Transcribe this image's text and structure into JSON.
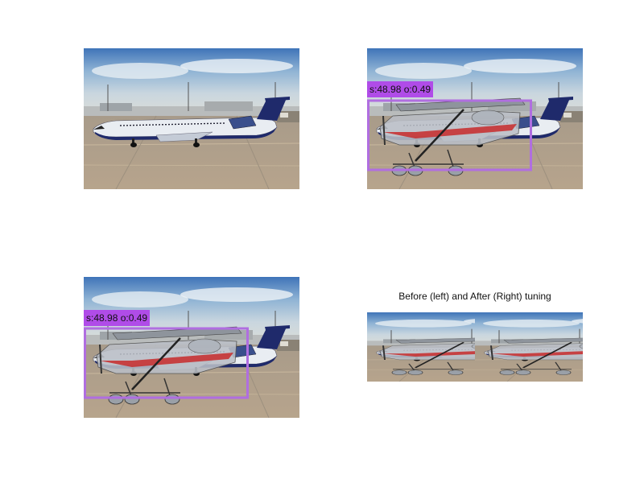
{
  "panels": [
    {
      "id": "original"
    },
    {
      "id": "detection-before",
      "detection": {
        "label": "s:48.98 o:0.49",
        "box_color": "#b06ee0"
      }
    },
    {
      "id": "detection-after",
      "detection": {
        "label": "s:48.98 o:0.49",
        "box_color": "#b06ee0"
      }
    },
    {
      "id": "comparison",
      "title": "Before (left) and After (Right) tuning"
    }
  ]
}
